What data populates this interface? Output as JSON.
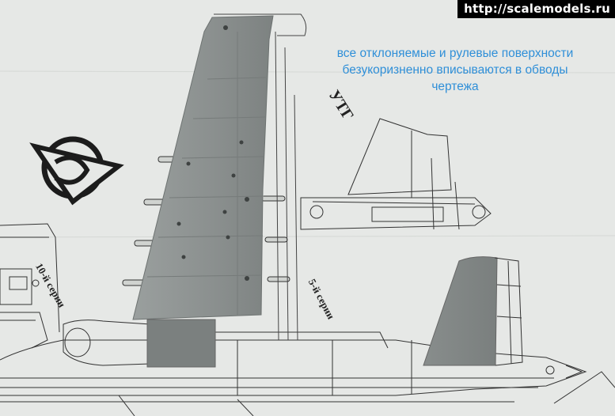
{
  "watermark": "http://scalemodels.ru",
  "caption": {
    "line1": "все отклоняемые и рулевые поверхности",
    "line2": "безукоризненно вписываются в обводы",
    "line3": "чертежа"
  },
  "drawing_labels": {
    "utg": "УТГ",
    "series10": "10-й серии",
    "series5": "5-й серии"
  },
  "colors": {
    "paper": "#e6e8e6",
    "model_grey": "#8c9190",
    "caption_blue": "#2f8fd8",
    "ink": "#222222"
  }
}
